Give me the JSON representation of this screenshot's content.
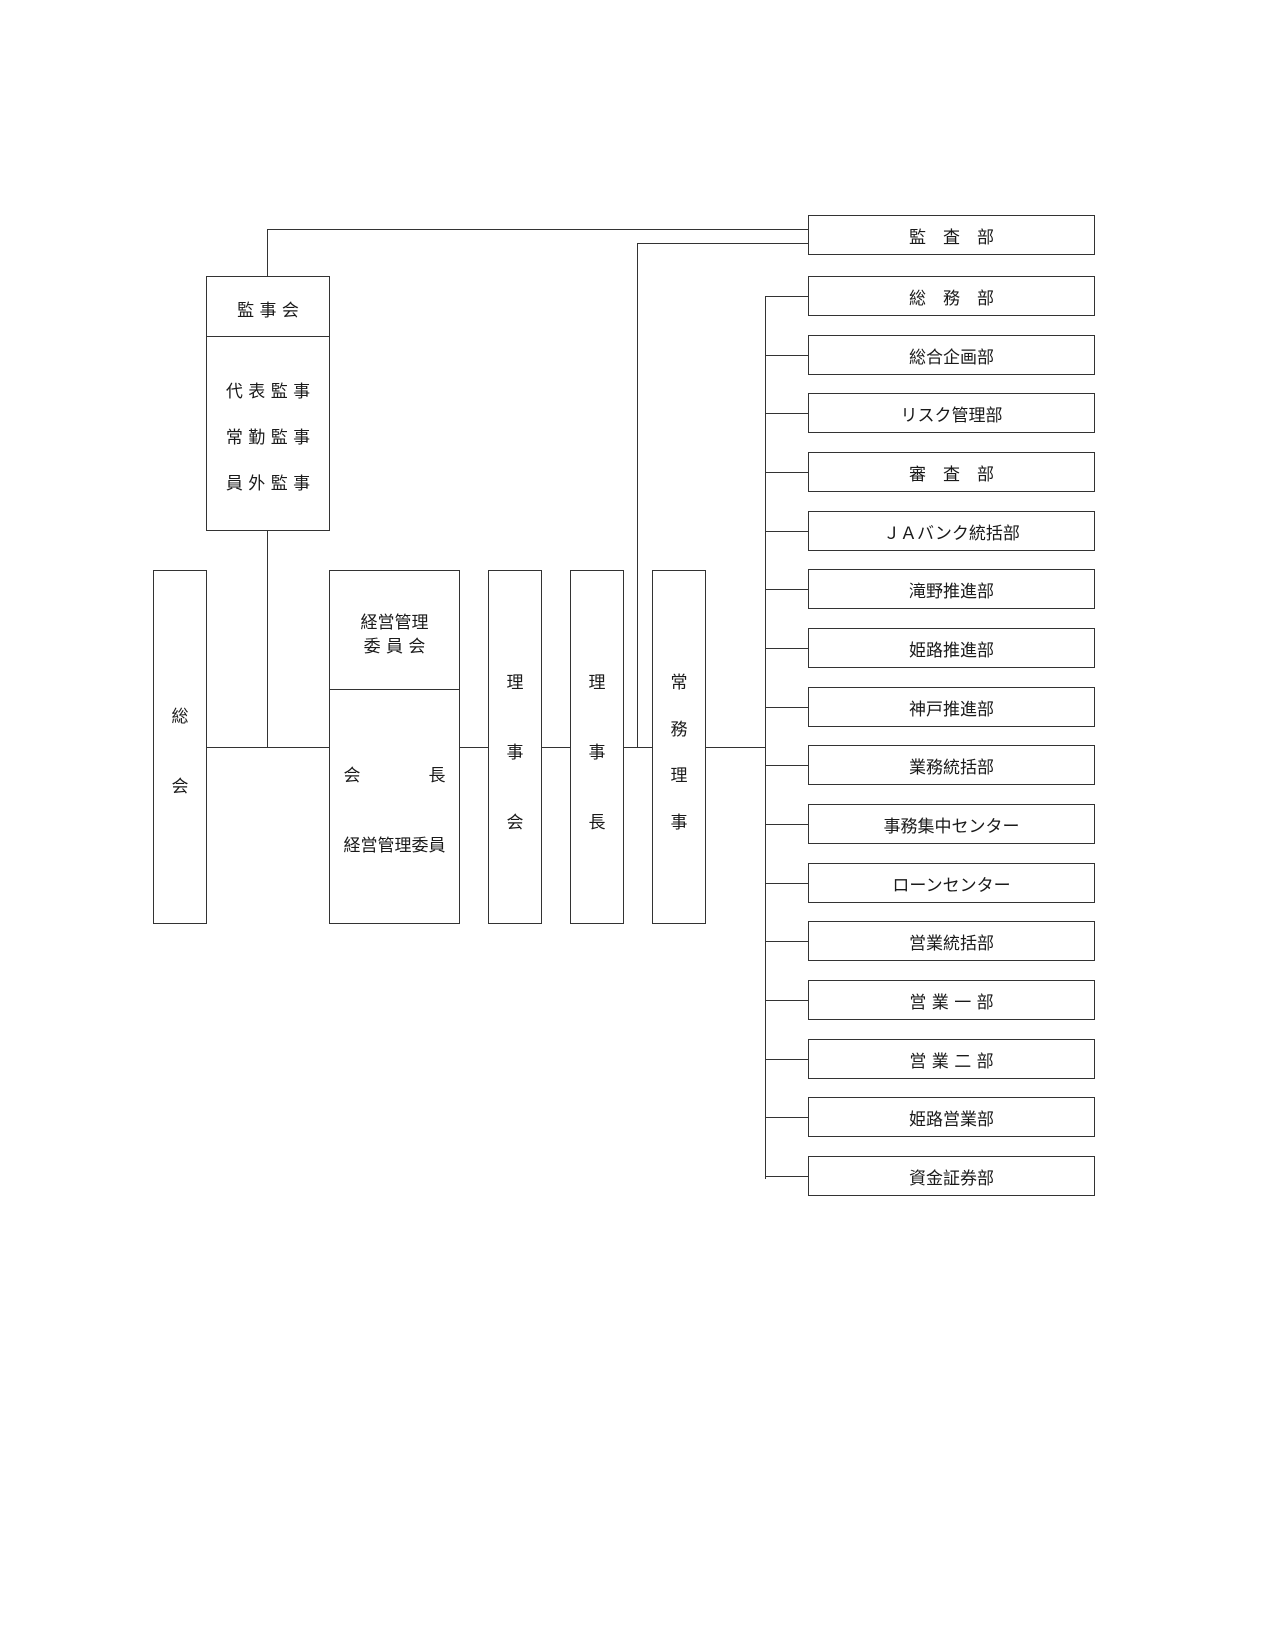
{
  "kansakai": {
    "title": "監 事 会",
    "members": [
      "代 表 監 事",
      "常 勤 監 事",
      "員 外 監 事"
    ]
  },
  "soukai": {
    "chars": [
      "総",
      "会"
    ]
  },
  "keiei": {
    "title_line1": "経営管理",
    "title_line2": "委 員 会",
    "kaicho": "会　　　　長",
    "member": "経営管理委員"
  },
  "rijikai": {
    "chars": [
      "理",
      "事",
      "会"
    ]
  },
  "rijicho": {
    "chars": [
      "理",
      "事",
      "長"
    ]
  },
  "jomu": {
    "chars": [
      "常",
      "務",
      "理",
      "事"
    ]
  },
  "kansabu": "監　査　部",
  "departments": [
    "総　務　部",
    "総合企画部",
    "リスク管理部",
    "審　査　部",
    "ＪＡバンク統括部",
    "滝野推進部",
    "姫路推進部",
    "神戸推進部",
    "業務統括部",
    "事務集中センター",
    "ローンセンター",
    "営業統括部",
    "営 業 一 部",
    "営 業 二 部",
    "姫路営業部",
    "資金証券部"
  ]
}
